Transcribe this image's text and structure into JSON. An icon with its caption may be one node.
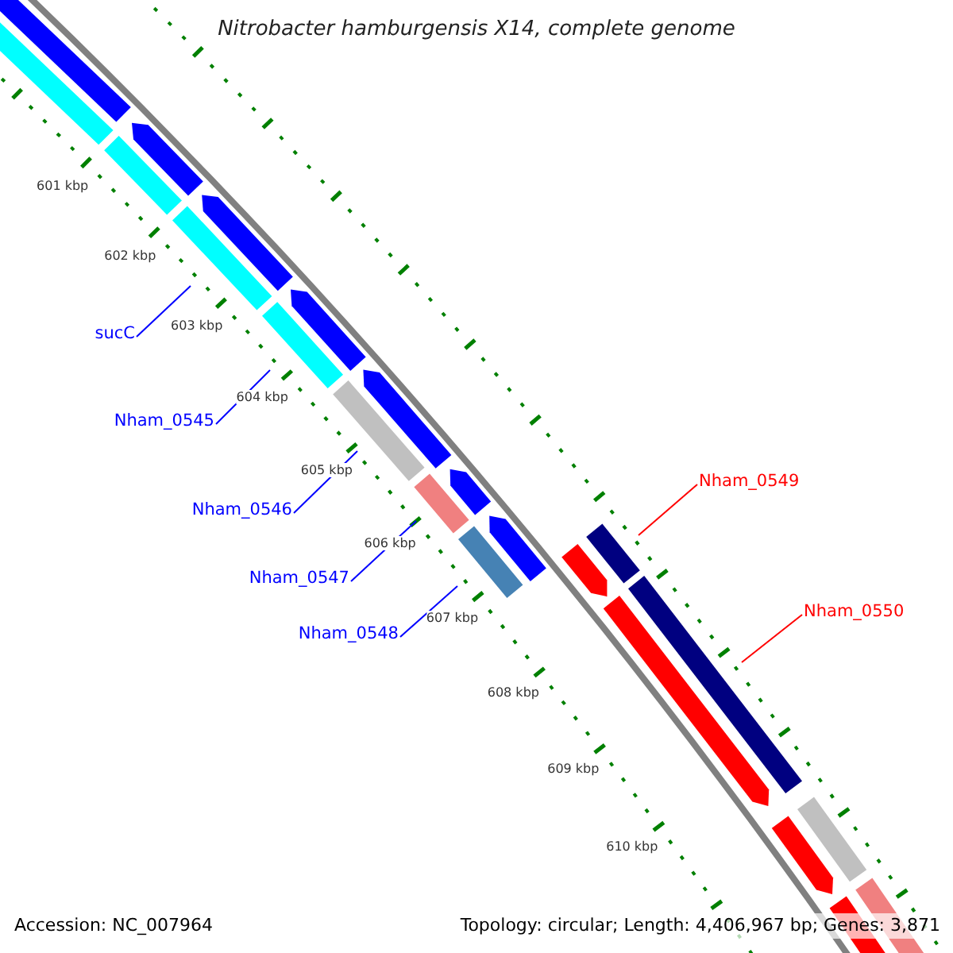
{
  "diagram": {
    "title": "Nitrobacter hamburgensis X14, complete genome",
    "nodes": [
      {
        "text": [
          "sucC"
        ]
      },
      {
        "text": [
          "Nham_0545"
        ]
      },
      {
        "text": [
          "Nham_0546"
        ]
      },
      {
        "text": [
          "Nham_0547"
        ]
      },
      {
        "text": [
          "Nham_0548"
        ]
      },
      {
        "text": [
          "Nham_0549"
        ]
      },
      {
        "text": [
          "Nham_0550"
        ]
      }
    ],
    "edges": [
      {
        "from": 0,
        "to": null,
        "arrow": "none"
      },
      {
        "from": 1,
        "to": null,
        "arrow": "none"
      },
      {
        "from": 2,
        "to": null,
        "arrow": "none"
      },
      {
        "from": 3,
        "to": null,
        "arrow": "none"
      },
      {
        "from": 4,
        "to": null,
        "arrow": "none"
      },
      {
        "from": 5,
        "to": null,
        "arrow": "none",
        "color": "#ff0000"
      },
      {
        "from": 6,
        "to": null,
        "arrow": "none",
        "color": "#ff0000"
      }
    ],
    "labels": [
      "601 kbp",
      "602 kbp",
      "603 kbp",
      "604 kbp",
      "605 kbp",
      "606 kbp",
      "607 kbp",
      "608 kbp",
      "609 kbp",
      "610 kbp",
      "Accession: NC_007964",
      "Topology: circular; Length: 4,406,967 bp; Genes: 3,871"
    ]
  }
}
